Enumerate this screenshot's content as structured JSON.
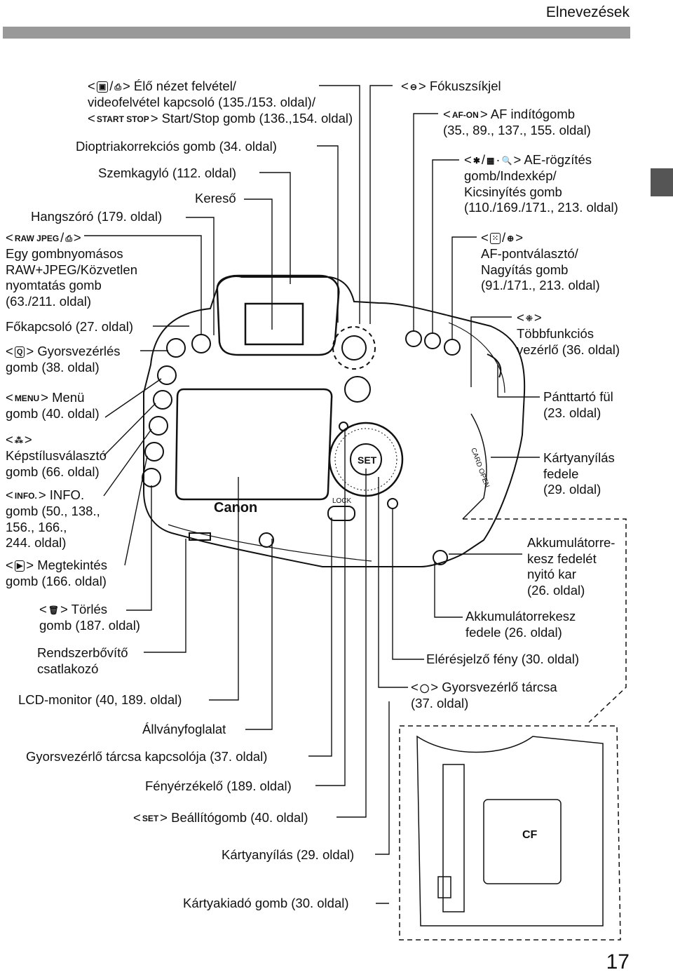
{
  "header": {
    "title": "Elnevezések"
  },
  "page_number": "17",
  "labels": {
    "live_view": [
      "> Élő nézet felvétel/",
      "videofelvétel kapcsoló (135./153. oldal)/",
      "> Start/Stop gomb (136.,154. oldal)"
    ],
    "diopter": "Dioptriakorrekciós gomb (34. oldal)",
    "eyecup": "Szemkagyló (112. oldal)",
    "viewfinder": "Kereső",
    "speaker": "Hangszóró (179. oldal)",
    "raw_jpeg": [
      "Egy gombnyomásos",
      "RAW+JPEG/Közvetlen",
      "nyomtatás gomb",
      "(63./211. oldal)"
    ],
    "power": "Főkapcsoló (27. oldal)",
    "quick_control": [
      "> Gyorsvezérlés",
      "gomb (38. oldal)"
    ],
    "menu": [
      "> Menü",
      "gomb (40. oldal)"
    ],
    "picture_style": [
      "Képstílusválasztó",
      "gomb (66. oldal)"
    ],
    "info": [
      "> INFO.",
      "gomb (50., 138.,",
      "156., 166.,",
      "244. oldal)"
    ],
    "playback": [
      "> Megtekintés",
      "gomb (166. oldal)"
    ],
    "erase": [
      "> Törlés",
      "gomb (187. oldal)"
    ],
    "extension": [
      "Rendszerbővítő",
      "csatlakozó"
    ],
    "lcd": "LCD-monitor (40, 189. oldal)",
    "tripod": "Állványfoglalat",
    "qc_dial_switch": "Gyorsvezérlő tárcsa kapcsolója (37. oldal)",
    "light_sensor": "Fényérzékelő (189. oldal)",
    "set": "> Beállítógomb (40. oldal)",
    "card_slot": "Kártyanyílás (29. oldal)",
    "card_eject": "Kártyakiadó gomb (30. oldal)",
    "focal_plane": "> Fókuszsíkjel",
    "af_on": [
      "> AF indítógomb",
      "(35., 89., 137., 155. oldal)"
    ],
    "ae_lock": [
      "> AE-rögzítés",
      "gomb/Indexkép/",
      "Kicsinyítés gomb",
      "(110./169./171., 213. oldal)"
    ],
    "af_point": [
      "AF-pontválasztó/",
      "Nagyítás gomb",
      "(91./171., 213. oldal)"
    ],
    "multi": [
      "Többfunkciós",
      "vezérlő (36. oldal)"
    ],
    "strap": [
      "Pánttartó fül",
      "(23. oldal)"
    ],
    "card_cover": [
      "Kártyanyílás",
      "fedele",
      "(29. oldal)"
    ],
    "battery_lever": [
      "Akkumulátorre-",
      "kesz fedelét",
      "nyitó kar",
      "(26. oldal)"
    ],
    "battery_cover": [
      "Akkumulátorrekesz",
      "fedele (26. oldal)"
    ],
    "access_lamp": "Elérésjelző fény (30. oldal)",
    "qc_dial": [
      "> Gyorsvezérlő tárcsa",
      "(37. oldal)"
    ]
  },
  "symbols": {
    "start_stop": "START STOP",
    "raw_jpeg": "RAW JPEG",
    "quick": "Q",
    "menu": "MENU",
    "info": "INFO.",
    "af_on": "AF-ON",
    "set": "SET",
    "lock": "LOCK",
    "brand": "Canon",
    "card_open": "CARD OPEN",
    "cf": "CF"
  }
}
